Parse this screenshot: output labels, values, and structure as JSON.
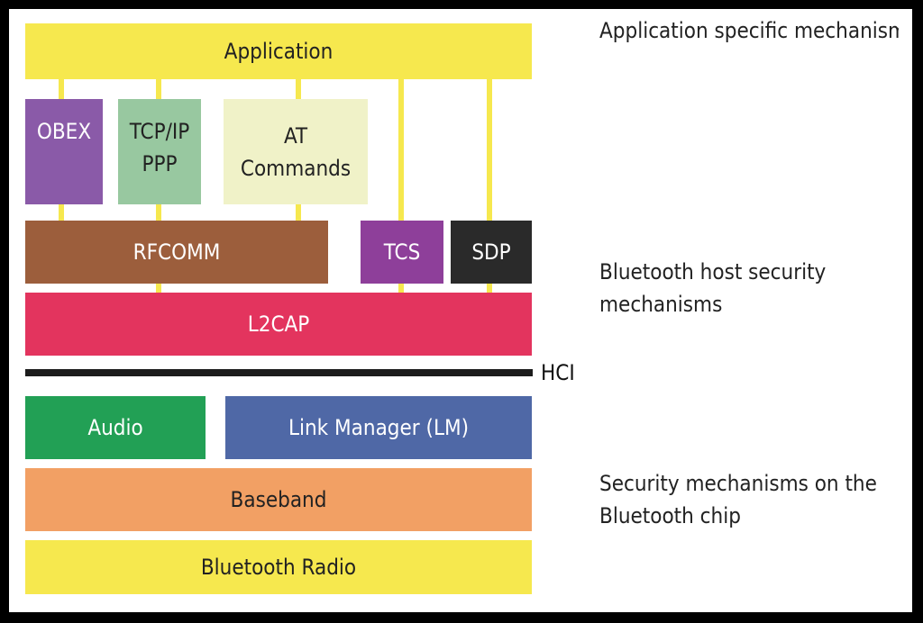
{
  "diagram": {
    "blocks": {
      "application": "Application",
      "obex": "OBEX",
      "tcpip": "TCP/IP\nPPP",
      "at_commands": "AT\nCommands",
      "rfcomm": "RFCOMM",
      "tcs": "TCS",
      "sdp": "SDP",
      "l2cap": "L2CAP",
      "audio": "Audio",
      "link_manager": "Link Manager (LM)",
      "baseband": "Baseband",
      "radio": "Bluetooth Radio"
    },
    "hci_label": "HCI",
    "annotations": {
      "app_mechanisms": "Application specific mechanisms",
      "host_security": "Bluetooth host security\nmechanisms",
      "chip_security": "Security mechanisms on the\nBluetooth chip"
    },
    "colors": {
      "yellow": "#f6e84e",
      "obex": "#8a5aa8",
      "tcpip": "#98c8a0",
      "at_commands": "#f0f2c8",
      "rfcomm": "#9c5e3c",
      "tcs": "#8e3f9a",
      "sdp": "#2a2a2a",
      "l2cap": "#e3345e",
      "audio": "#22a055",
      "link_manager": "#4f68a6",
      "baseband": "#f2a064"
    }
  }
}
